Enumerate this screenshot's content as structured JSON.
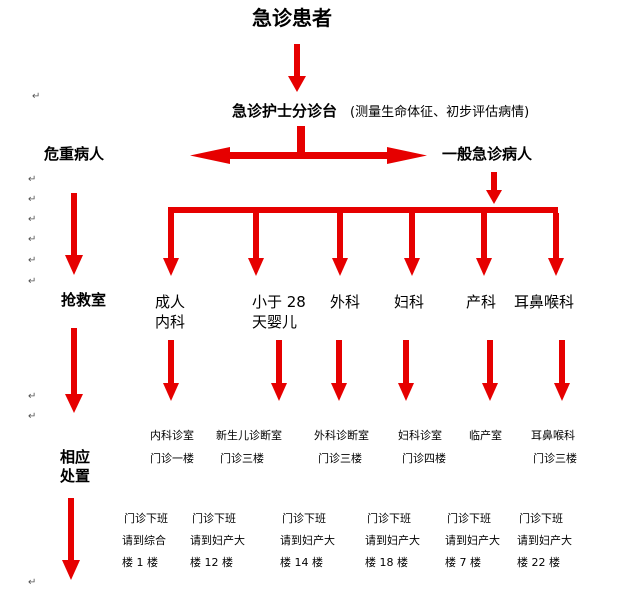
{
  "title": "急诊患者",
  "triage": {
    "main": "急诊护士分诊台",
    "sub": "(测量生命体征、初步评估病情)"
  },
  "critical": "危重病人",
  "general": "一般急诊病人",
  "rescue_room": "抢救室",
  "response": [
    "相应",
    "处置"
  ],
  "departments": [
    {
      "name": [
        "成人",
        "内科"
      ],
      "room": "内科诊室",
      "location": "门诊一楼",
      "after_hours": [
        "门诊下班",
        "请到综合",
        "楼 1 楼"
      ]
    },
    {
      "name": [
        "小于 28",
        "天婴儿"
      ],
      "room": "新生儿诊断室",
      "location": "门诊三楼",
      "after_hours": [
        "门诊下班",
        "请到妇产大",
        "楼 12 楼"
      ]
    },
    {
      "name": [
        "外科"
      ],
      "room": "外科诊断室",
      "location": "门诊三楼",
      "after_hours": [
        "门诊下班",
        "请到妇产大",
        "楼 14 楼"
      ]
    },
    {
      "name": [
        "妇科"
      ],
      "room": "妇科诊室",
      "location": "门诊四楼",
      "after_hours": [
        "门诊下班",
        "请到妇产大",
        "楼 18 楼"
      ]
    },
    {
      "name": [
        "产科"
      ],
      "room": "临产室",
      "location": "",
      "after_hours": [
        "门诊下班",
        "请到妇产大",
        "楼 7 楼"
      ]
    },
    {
      "name": [
        "耳鼻喉科"
      ],
      "room": "耳鼻喉科",
      "location": "门诊三楼",
      "after_hours": [
        "门诊下班",
        "请到妇产大",
        "楼 22 楼"
      ]
    }
  ],
  "colors": {
    "arrow": "#e60000",
    "text": "#000000"
  }
}
